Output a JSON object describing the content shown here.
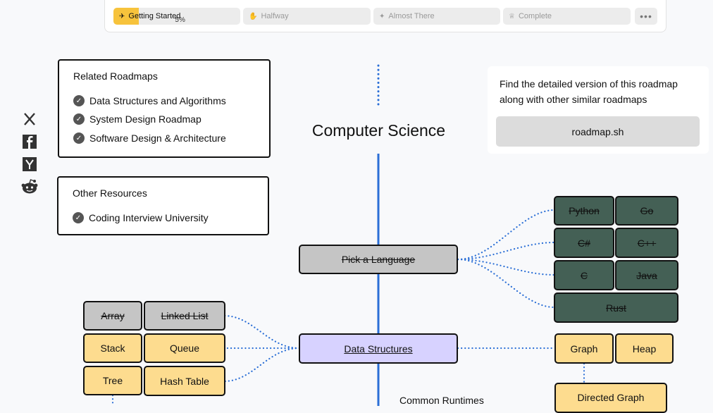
{
  "progress": {
    "steps": [
      {
        "label": "Getting Started",
        "icon": "rocket-icon",
        "percent": "5%",
        "fill": 0.05
      },
      {
        "label": "Halfway",
        "icon": "hand-icon"
      },
      {
        "label": "Almost There",
        "icon": "sparkle-icon"
      },
      {
        "label": "Complete",
        "icon": "trophy-icon"
      }
    ],
    "more_label": "•••"
  },
  "social": [
    "x-icon",
    "facebook-icon",
    "ycombinator-icon",
    "reddit-icon"
  ],
  "related": {
    "title": "Related Roadmaps",
    "items": [
      "Data Structures and Algorithms",
      "System Design Roadmap",
      "Software Design & Architecture"
    ]
  },
  "other": {
    "title": "Other Resources",
    "items": [
      "Coding Interview University"
    ]
  },
  "promo": {
    "text": "Find the detailed version of this roadmap along with other similar roadmaps",
    "button": "roadmap.sh"
  },
  "roadmap": {
    "title": "Computer Science",
    "pick_language": "Pick a Language",
    "languages": [
      "Python",
      "Go",
      "C#",
      "C++",
      "C",
      "Java",
      "Rust"
    ],
    "data_structures": "Data Structures",
    "ds_left": [
      "Array",
      "Linked List",
      "Stack",
      "Queue",
      "Tree",
      "Hash Table"
    ],
    "ds_right": [
      "Graph",
      "Heap",
      "Directed Graph"
    ],
    "common_runtimes": "Common Runtimes"
  },
  "colors": {
    "accent": "#f7c33c",
    "line": "#2b6fd6",
    "dark_node": "#446055",
    "yellow_node": "#fddc8f",
    "purple_node": "#d7d2ff",
    "gray_node": "#c5c5c5"
  }
}
